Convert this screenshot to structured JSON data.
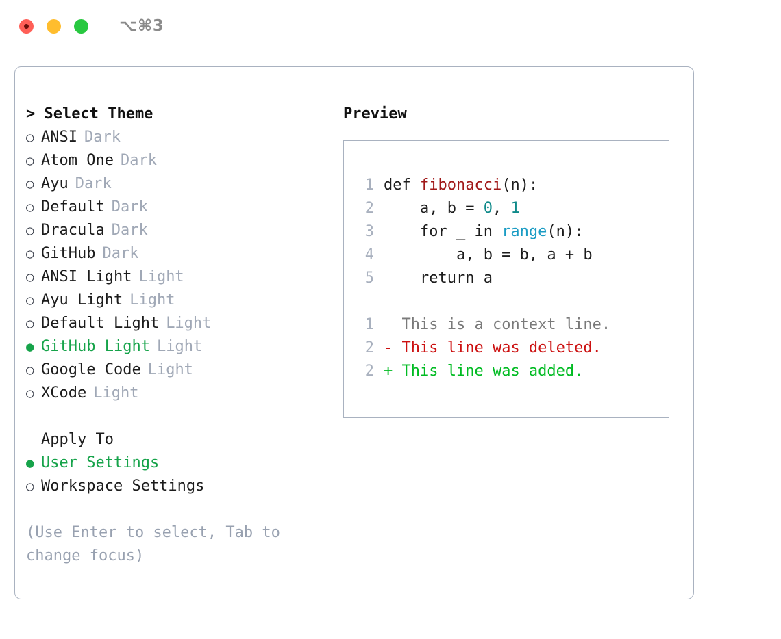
{
  "window": {
    "shortcut": "⌥⌘3",
    "traffic_lights": [
      {
        "name": "close",
        "color": "#ff5f57"
      },
      {
        "name": "minimize",
        "color": "#ffbd2e"
      },
      {
        "name": "maximize",
        "color": "#28c840"
      }
    ]
  },
  "theme_section": {
    "heading": "> Select Theme",
    "bullet_selected": "●",
    "bullet_unselected": "○",
    "items": [
      {
        "label": "ANSI",
        "variant": "Dark",
        "selected": false
      },
      {
        "label": "Atom One",
        "variant": "Dark",
        "selected": false
      },
      {
        "label": "Ayu",
        "variant": "Dark",
        "selected": false
      },
      {
        "label": "Default",
        "variant": "Dark",
        "selected": false
      },
      {
        "label": "Dracula",
        "variant": "Dark",
        "selected": false
      },
      {
        "label": "GitHub",
        "variant": "Dark",
        "selected": false
      },
      {
        "label": "ANSI Light",
        "variant": "Light",
        "selected": false
      },
      {
        "label": "Ayu Light",
        "variant": "Light",
        "selected": false
      },
      {
        "label": "Default Light",
        "variant": "Light",
        "selected": false
      },
      {
        "label": "GitHub Light",
        "variant": "Light",
        "selected": true
      },
      {
        "label": "Google Code",
        "variant": "Light",
        "selected": false
      },
      {
        "label": "XCode",
        "variant": "Light",
        "selected": false
      }
    ]
  },
  "apply_section": {
    "heading": "Apply To",
    "items": [
      {
        "label": "User Settings",
        "selected": true
      },
      {
        "label": "Workspace Settings",
        "selected": false
      }
    ]
  },
  "hint": "(Use Enter to select, Tab to change focus)",
  "preview": {
    "title": "Preview",
    "code_lines": [
      {
        "no": "1",
        "segments": [
          {
            "text": "def ",
            "style": "plain"
          },
          {
            "text": "fibonacci",
            "style": "fn"
          },
          {
            "text": "(n):",
            "style": "plain"
          }
        ]
      },
      {
        "no": "2",
        "segments": [
          {
            "text": "    a, b = ",
            "style": "plain"
          },
          {
            "text": "0",
            "style": "num"
          },
          {
            "text": ", ",
            "style": "plain"
          },
          {
            "text": "1",
            "style": "num"
          }
        ]
      },
      {
        "no": "3",
        "segments": [
          {
            "text": "    for _ in ",
            "style": "plain"
          },
          {
            "text": "range",
            "style": "call"
          },
          {
            "text": "(n):",
            "style": "plain"
          }
        ]
      },
      {
        "no": "4",
        "segments": [
          {
            "text": "        a, b = b, a + b",
            "style": "plain"
          }
        ]
      },
      {
        "no": "5",
        "segments": [
          {
            "text": "    return a",
            "style": "plain"
          }
        ]
      }
    ],
    "diff_lines": [
      {
        "no": "1",
        "marker": "  ",
        "text": "This is a context line.",
        "kind": "ctx"
      },
      {
        "no": "2",
        "marker": "- ",
        "text": "This line was deleted.",
        "kind": "del"
      },
      {
        "no": "2",
        "marker": "+ ",
        "text": "This line was added.",
        "kind": "add"
      }
    ]
  },
  "colors": {
    "selected_green": "#16a34a",
    "muted_gray": "#a0a8b6",
    "hint_gray": "#98a1b0",
    "border": "#a9b2c0",
    "diff_add": "#00bb22",
    "diff_del": "#cc1111",
    "syntax_fn": "#a01818",
    "syntax_num": "#0f8a8a",
    "syntax_call": "#1b9cc4"
  }
}
